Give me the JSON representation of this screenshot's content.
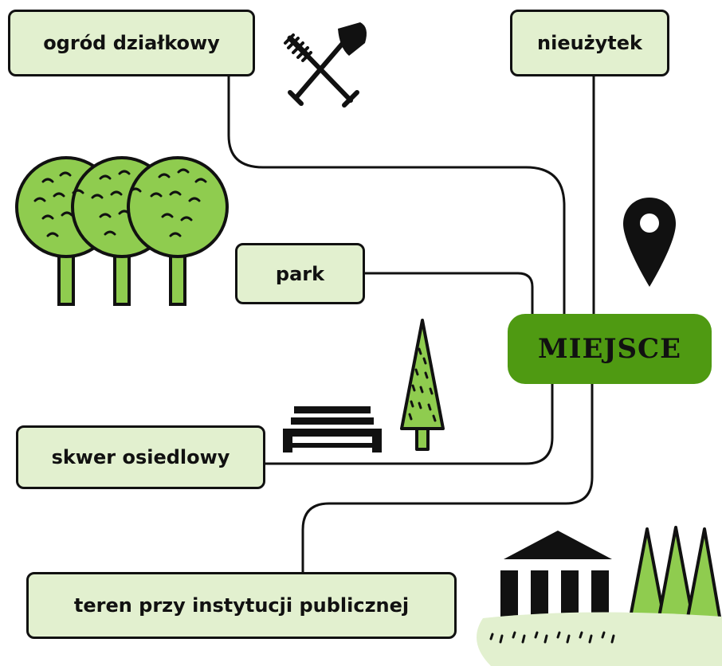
{
  "center": {
    "label": "MIEJSCE"
  },
  "places": [
    {
      "label": "ogród działkowy"
    },
    {
      "label": "nieużytek"
    },
    {
      "label": "park"
    },
    {
      "label": "skwer osiedlowy"
    },
    {
      "label": "teren przy instytucji publicznej"
    }
  ],
  "icons": [
    "garden-tools-icon",
    "trees-icon",
    "map-pin-icon",
    "bench-icon",
    "conifer-icon",
    "institution-building-icon",
    "forest-icon"
  ],
  "colors": {
    "box_fill": "#e2f0cf",
    "center_fill": "#4f9a12",
    "tree_fill": "#8fcc4f",
    "trunk_fill": "#8fcc4f",
    "lawn_fill": "#e2f0cf",
    "stroke": "#111111"
  }
}
